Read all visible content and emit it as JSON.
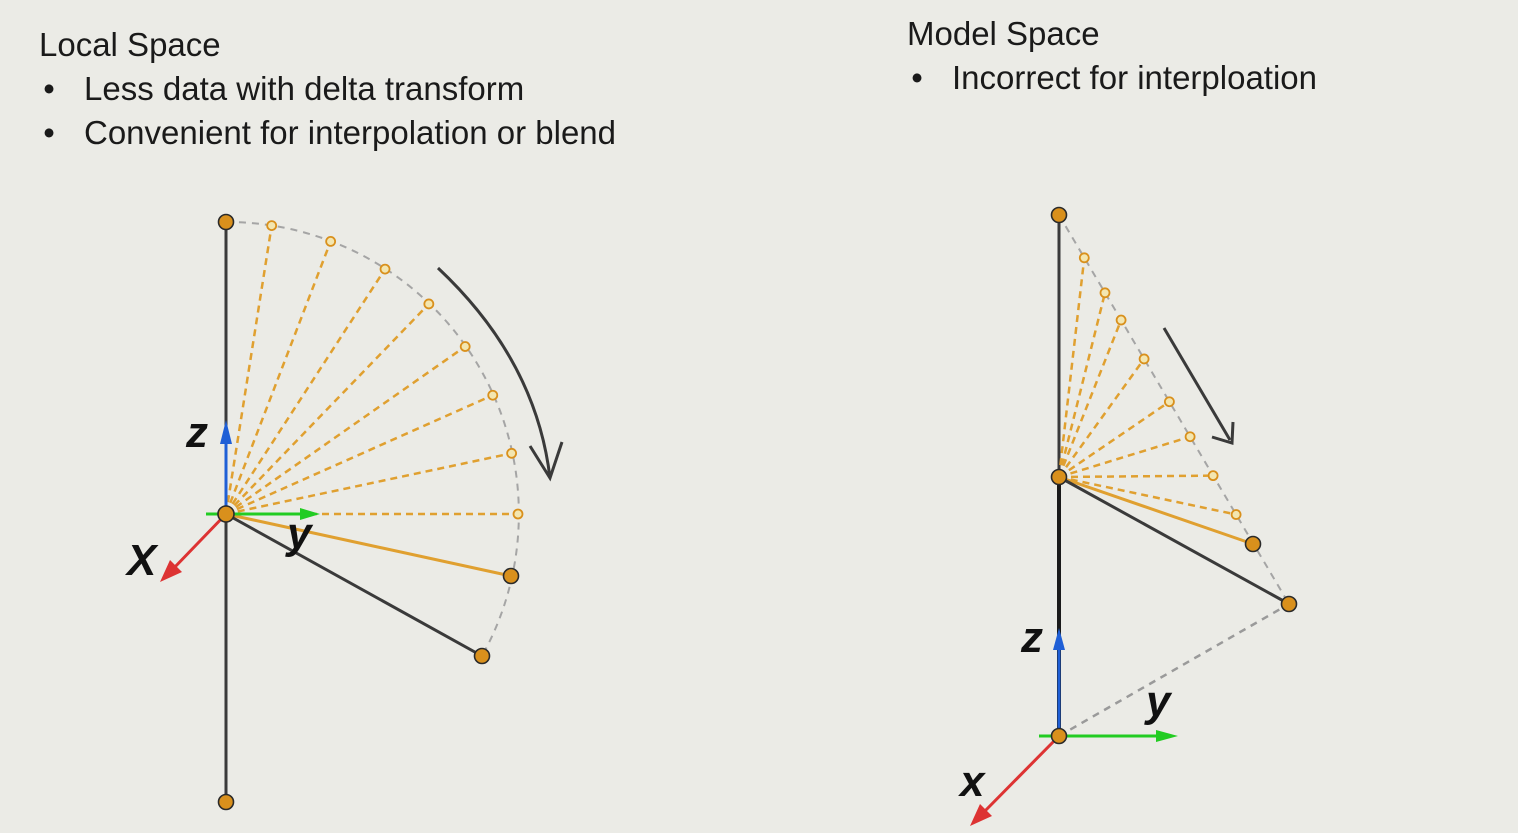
{
  "local": {
    "title": "Local Space",
    "bullets": [
      "Less data with delta transform",
      "Convenient for interpolation or blend"
    ],
    "axis_labels": {
      "x": "X",
      "y": "y",
      "z": "z"
    }
  },
  "model": {
    "title": "Model Space",
    "bullets": [
      "Incorrect for interploation"
    ],
    "axis_labels": {
      "x": "x",
      "y": "y",
      "z": "z"
    }
  },
  "bullet_glyph": "•",
  "colors": {
    "background": "#ebebe6",
    "bone": "#3a3a3a",
    "joint_fill": "#d9901c",
    "interp": "#e0a030",
    "arc": "#9a9a9a",
    "axis_x": "#dd3333",
    "axis_y": "#22cc22",
    "axis_z": "#1f5fd6"
  }
}
